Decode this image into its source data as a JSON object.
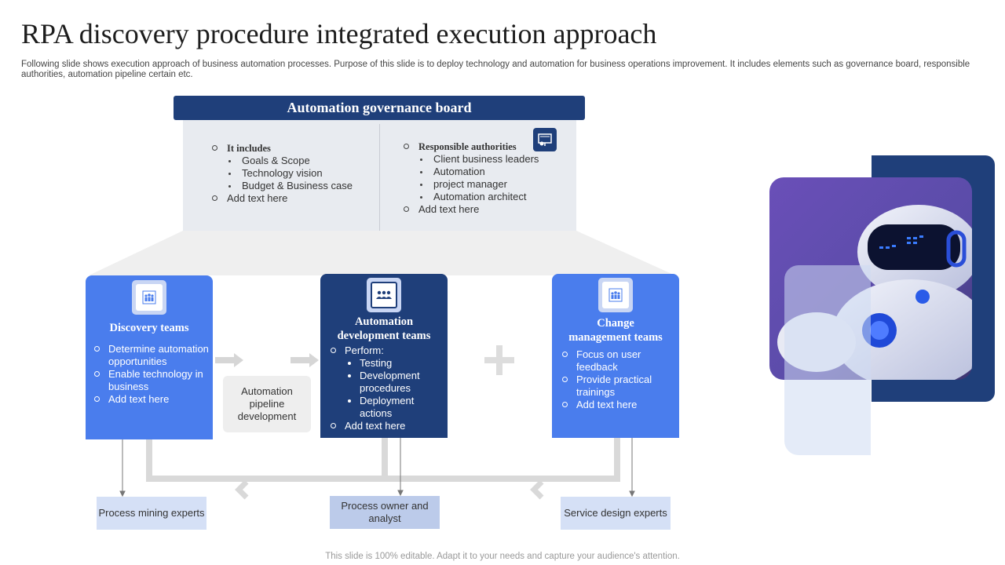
{
  "slide": {
    "title": "RPA discovery procedure integrated execution approach",
    "subtitle": "Following slide shows execution approach of business automation processes. Purpose of this slide is to deploy technology and automation for business operations improvement. It includes elements such as governance board, responsible authorities, automation pipeline certain etc.",
    "footer": "This slide is 100% editable. Adapt it to your needs and capture your audience's attention."
  },
  "governance": {
    "header": "Automation governance board",
    "left": {
      "heading": "It includes",
      "items": [
        "Goals & Scope",
        "Technology vision",
        "Budget & Business case"
      ],
      "extra": "Add text here"
    },
    "right": {
      "heading": "Responsible authorities",
      "items": [
        "Client business leaders",
        "Automation",
        "project manager",
        "Automation architect"
      ],
      "extra": "Add text here"
    },
    "icon": "presentation-board-icon"
  },
  "teams": {
    "discovery": {
      "title": "Discovery teams",
      "icon": "team-icon",
      "items": [
        "Determine automation opportunities",
        "Enable technology in business",
        "Add text here"
      ]
    },
    "automation": {
      "title_line1": "Automation",
      "title_line2": "development teams",
      "icon": "group-meeting-icon",
      "lead": "Perform:",
      "subitems": [
        "Testing",
        "Development procedures",
        "Deployment actions"
      ],
      "extra": "Add text here"
    },
    "change": {
      "title_line1": "Change",
      "title_line2": "management teams",
      "icon": "team-icon",
      "items": [
        "Focus on user feedback",
        "Provide practical trainings",
        "Add text here"
      ]
    }
  },
  "pipeline": {
    "label": "Automation pipeline development"
  },
  "bottom": {
    "mining": "Process mining experts",
    "owner": "Process owner and analyst",
    "service": "Service design experts"
  },
  "colors": {
    "navy": "#1f3f7a",
    "blue": "#4a7ded",
    "light_blue": "#d5e0f6",
    "grey_panel": "#e8ebf0"
  }
}
